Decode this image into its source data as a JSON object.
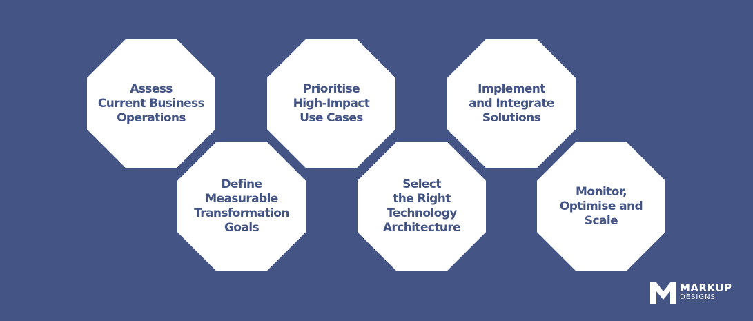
{
  "steps": [
    {
      "label": "Assess\nCurrent Business\nOperations"
    },
    {
      "label": "Define\nMeasurable\nTransformation\nGoals"
    },
    {
      "label": "Prioritise\nHigh-Impact\nUse Cases"
    },
    {
      "label": "Select\nthe Right\nTechnology\nArchitecture"
    },
    {
      "label": "Implement\nand Integrate\nSolutions"
    },
    {
      "label": "Monitor,\nOptimise and\nScale"
    }
  ],
  "logo": {
    "name": "MARKUP",
    "subtitle": "DESIGNS",
    "icon": "markup-m-logo-icon"
  },
  "colors": {
    "background": "#445585",
    "shape": "#ffffff",
    "text": "#445585"
  }
}
